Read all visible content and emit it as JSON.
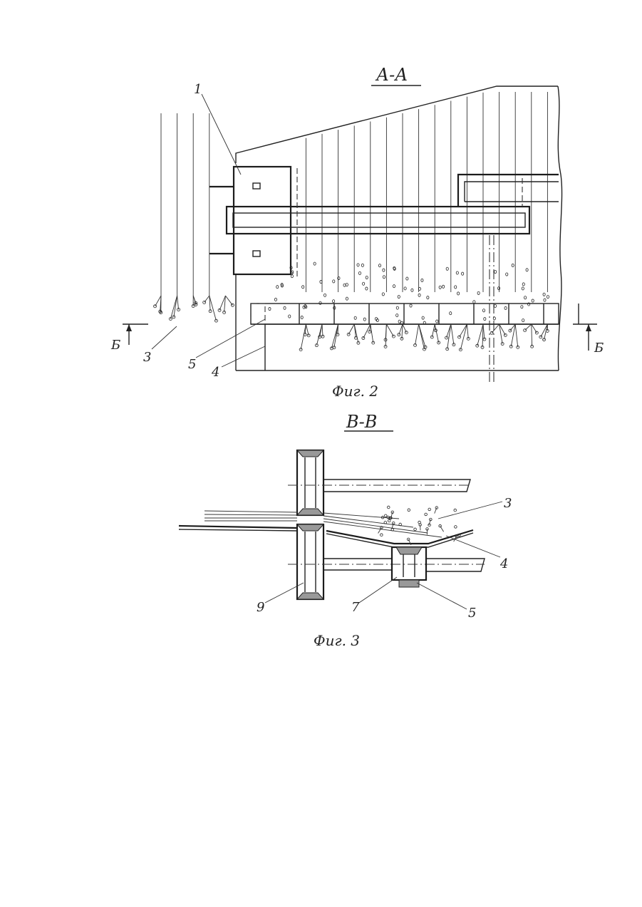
{
  "figures": [
    {
      "id": "fig2",
      "section_title": "А-А",
      "caption": "Фиг. 2",
      "section_marks": [
        "Б",
        "Б"
      ],
      "callouts": [
        "1",
        "3",
        "5",
        "4"
      ]
    },
    {
      "id": "fig3",
      "section_title": "В-В",
      "caption": "Фиг. 3",
      "callouts": [
        "3",
        "4",
        "9",
        "7",
        "5"
      ]
    }
  ]
}
